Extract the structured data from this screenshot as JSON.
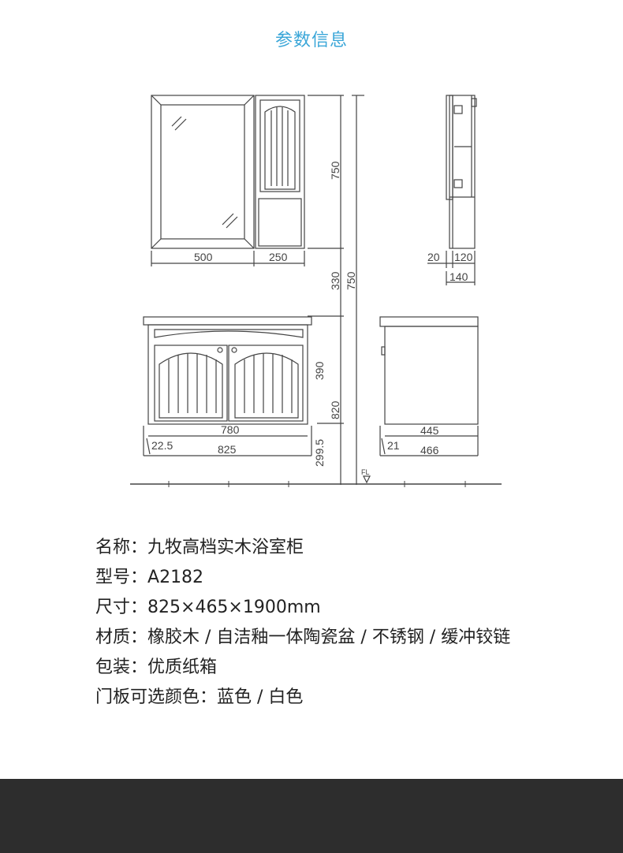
{
  "section_title": "参数信息",
  "dimensions": {
    "mirror_width": "500",
    "cabinet_width": "250",
    "mirror_height": "750",
    "gap_height": "330",
    "total_height": "750",
    "vanity_height": "390",
    "vanity_floor": "820",
    "bottom_offset": "299.5",
    "body_width": "780",
    "left_offset": "22.5",
    "overall_width": "825",
    "side_gap": "20",
    "side_depth": "120",
    "side_total": "140",
    "vanity_depth": "445",
    "depth_offset": "21",
    "overall_depth": "466",
    "floor_label": "FL"
  },
  "specs": [
    {
      "label": "名称：",
      "value": "九牧高档实木浴室柜"
    },
    {
      "label": "型号：",
      "value": "A2182"
    },
    {
      "label": "尺寸：",
      "value": "825×465×1900mm"
    },
    {
      "label": "材质：",
      "value": "橡胶木 / 自洁釉一体陶瓷盆 / 不锈钢 / 缓冲铰链"
    },
    {
      "label": "包装：",
      "value": "优质纸箱"
    },
    {
      "label": "门板可选颜色：",
      "value": "蓝色 / 白色"
    }
  ]
}
